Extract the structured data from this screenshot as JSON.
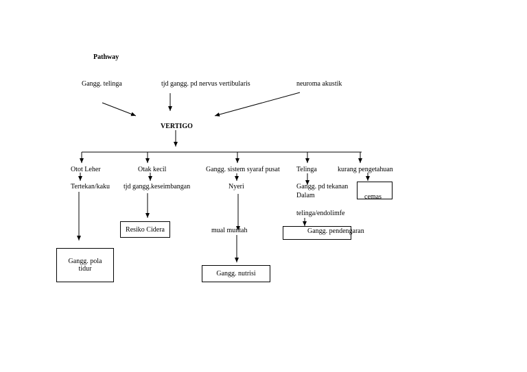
{
  "diagram": {
    "title": "Pathway",
    "causes": {
      "ear": "Gangg. telinga",
      "nerve": "tjd gangg. pd nervus vertibularis",
      "tumor": "neuroma akustik"
    },
    "center": "VERTIGO",
    "branches": {
      "neck": {
        "label": "Otot Leher",
        "sub": "Tertekan/kaku",
        "outcome_line1": "Gangg. pola",
        "outcome_line2": "tidur"
      },
      "cerebellum": {
        "label": "Otak kecil",
        "sub": "tjd gangg.keseimbangan",
        "outcome": "Resiko Cidera"
      },
      "cns": {
        "label": "Gangg. sistem syaraf pusat",
        "sub": "Nyeri",
        "sub2": "mual muntah",
        "outcome": "Gangg. nutrisi"
      },
      "ear": {
        "label": "Telinga",
        "sub_line1": "Gangg. pd tekanan",
        "sub_line2": "Dalam",
        "sub2": "telinga/endolimfe",
        "outcome": "Gangg. pendengaran"
      },
      "knowledge": {
        "label": "kurang pengetahuan",
        "outcome": "cemas"
      }
    }
  }
}
